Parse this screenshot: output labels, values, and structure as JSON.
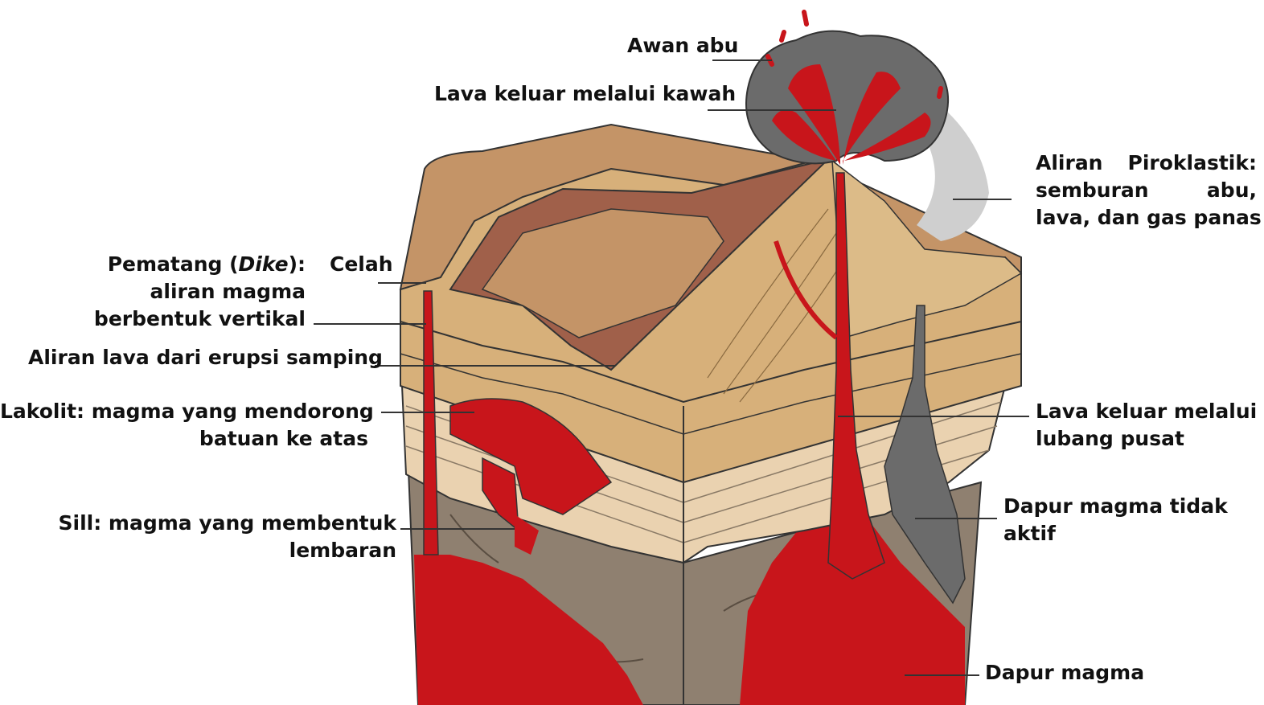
{
  "labels": {
    "awan_abu": "Awan abu",
    "lava_kawah": "Lava keluar melalui kawah",
    "piroklastik": [
      "Aliran Piroklastik:",
      "semburan abu,",
      "lava, dan gas panas"
    ],
    "dike_head": "Pematang (",
    "dike_italic": "Dike",
    "dike_tail": "):",
    "dike_lines": [
      "aliran magma",
      "berbentuk vertikal"
    ],
    "celah": "Celah",
    "aliran_samping": "Aliran lava dari erupsi samping",
    "lakolit": [
      "Lakolit: magma yang mendorong",
      "batuan ke atas"
    ],
    "lava_pusat": [
      "Lava keluar melalui",
      "lubang pusat"
    ],
    "sill": [
      "Sill: magma yang membentuk",
      "lembaran"
    ],
    "dapur_tidak_aktif": [
      "Dapur magma tidak",
      "aktif"
    ],
    "dapur_magma": "Dapur magma"
  },
  "colors": {
    "magma": "#c8151b",
    "ash": "#6b6b6b",
    "ash_light": "#cfcfcf",
    "cone": "#d7b07a",
    "crust": "#a0604a",
    "limestone": "#ead2b0",
    "bedrock": "#8f8070",
    "plateau": "#c49467"
  }
}
